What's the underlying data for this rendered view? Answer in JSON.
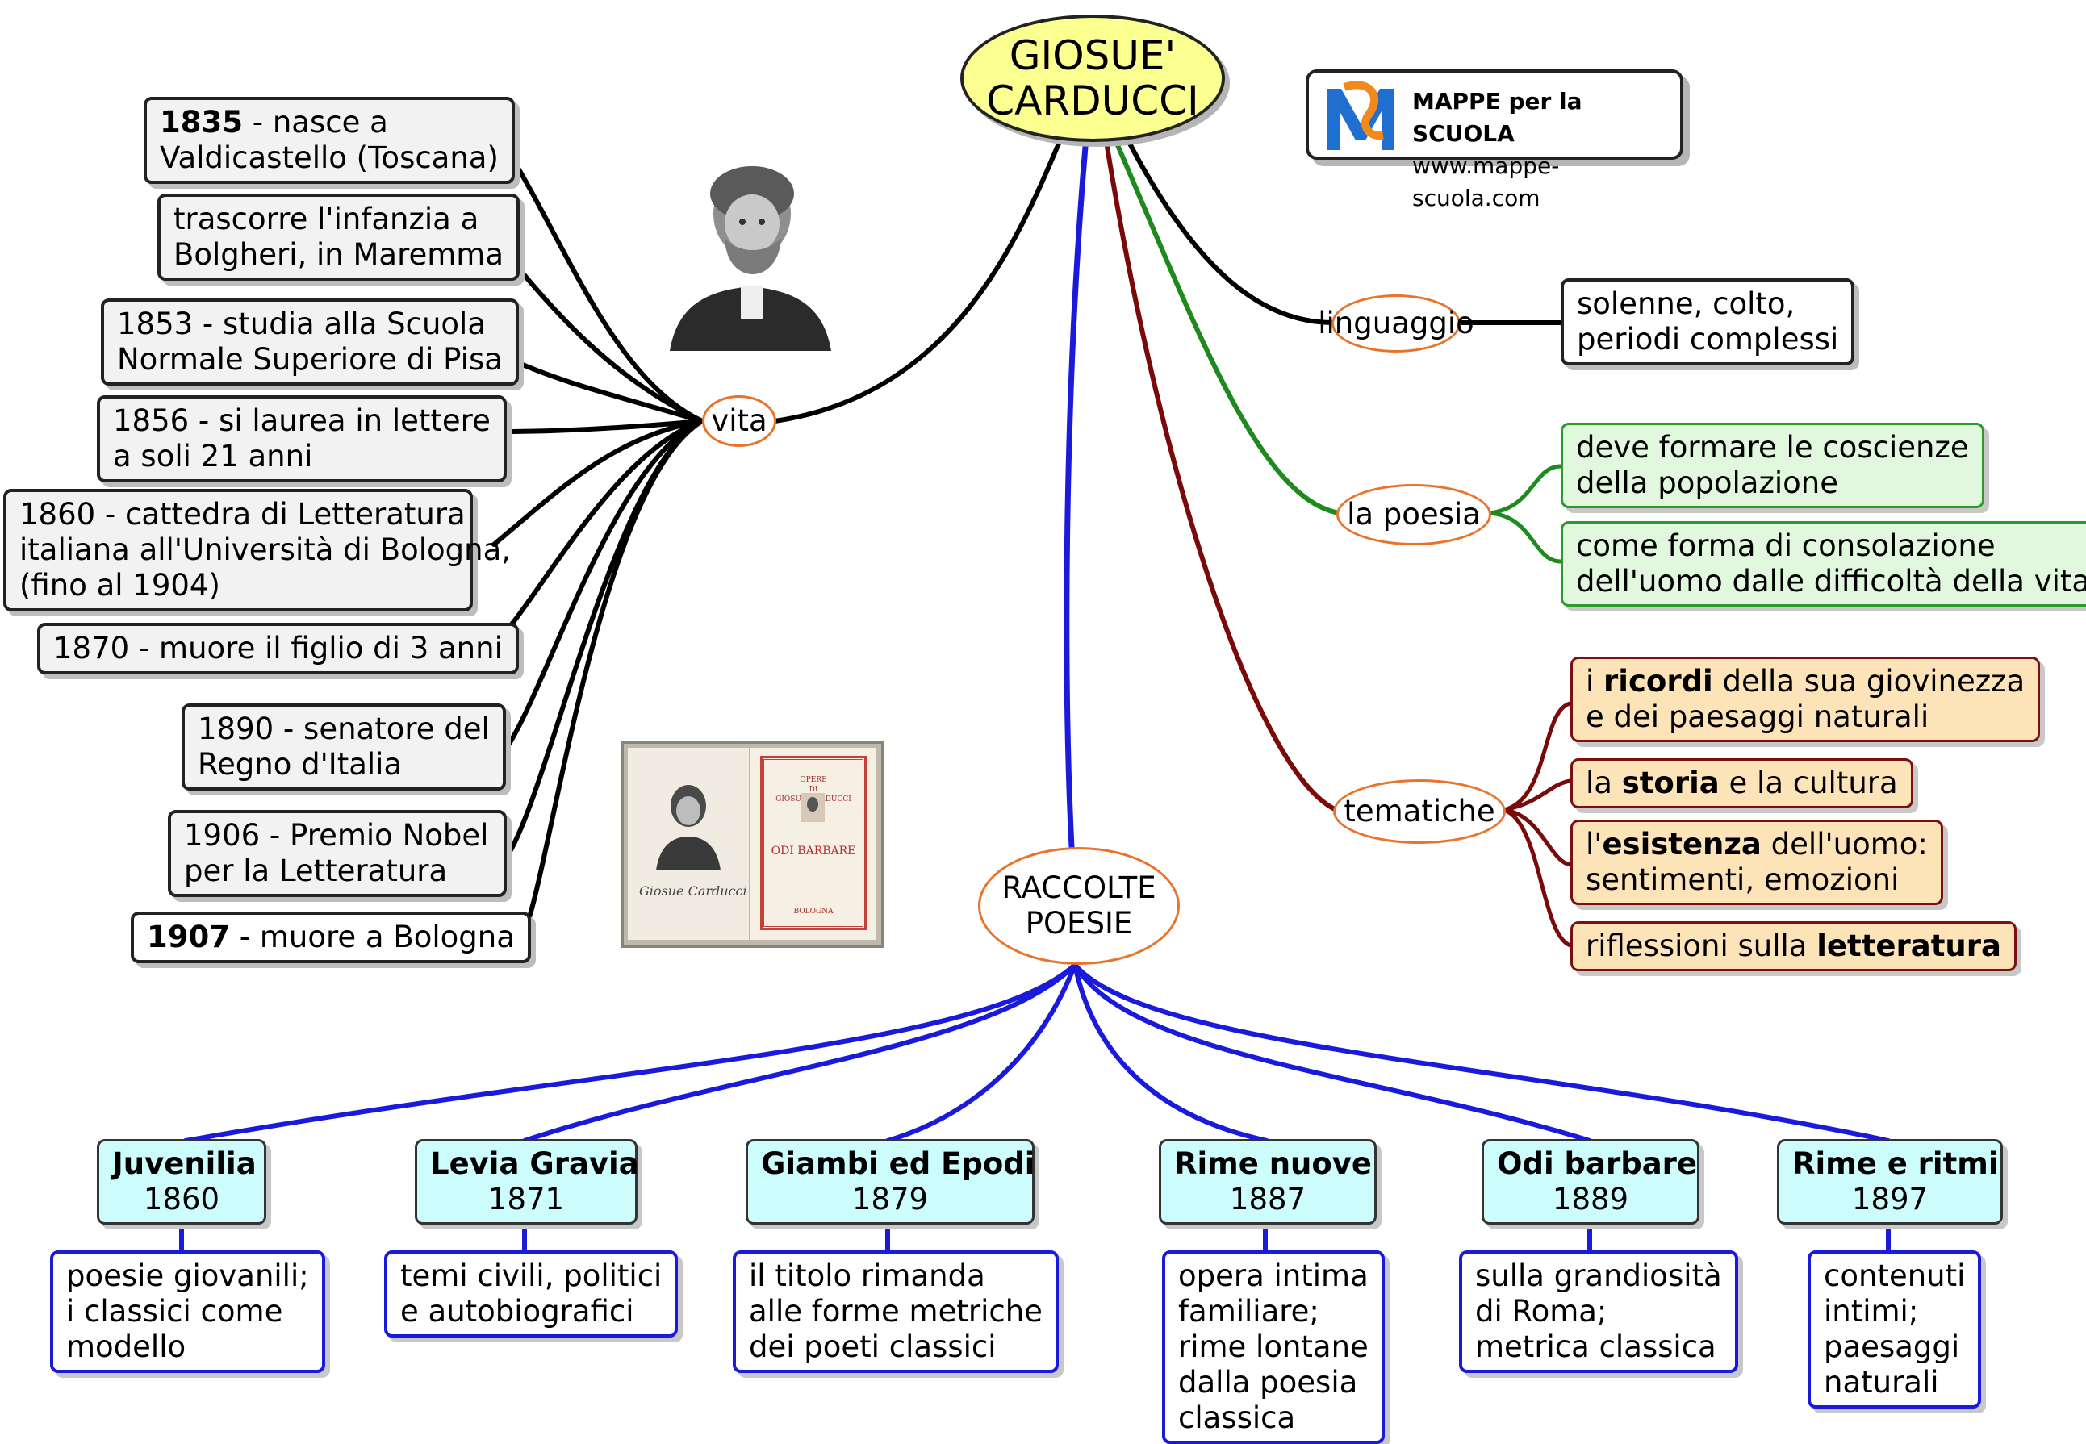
{
  "title": {
    "line1": "GIOSUE'",
    "line2": "CARDUCCI"
  },
  "logo": {
    "name": "MAPPE per la SCUOLA",
    "url": "www.mappe-scuola.com"
  },
  "branches": {
    "vita": "vita",
    "linguaggio": "linguaggio",
    "la_poesia": "la poesia",
    "tematiche": "tematiche",
    "raccolte": {
      "line1": "RACCOLTE",
      "line2": "POESIE"
    }
  },
  "vita_items": [
    {
      "bold": "1835",
      "rest1": " - nasce a",
      "line2": "Valdicastello (Toscana)"
    },
    {
      "line1": "trascorre l'infanzia a",
      "line2": "Bolgheri, in Maremma"
    },
    {
      "line1": "1853 - studia alla Scuola",
      "line2": "Normale Superiore di Pisa"
    },
    {
      "line1": "1856 - si laurea in lettere",
      "line2": "a soli 21 anni"
    },
    {
      "line1": "1860 - cattedra di Letteratura",
      "line2": "italiana all'Università di Bologna,",
      "line3": "(fino al 1904)"
    },
    {
      "line1": "1870 - muore il figlio di 3 anni"
    },
    {
      "line1": "1890 - senatore del",
      "line2": "Regno d'Italia"
    },
    {
      "line1": "1906 - Premio Nobel",
      "line2": "per la Letteratura"
    },
    {
      "bold": "1907",
      "rest1": " - muore a Bologna"
    }
  ],
  "linguaggio_desc": {
    "line1": "solenne, colto,",
    "line2": "periodi complessi"
  },
  "poesia_items": [
    {
      "line1": "deve formare le coscienze",
      "line2": "della popolazione"
    },
    {
      "line1": "come forma di consolazione",
      "line2": "dell'uomo dalle difficoltà della vita"
    }
  ],
  "tematiche_items": [
    {
      "pre": "i ",
      "bold": "ricordi",
      "post": " della sua giovinezza",
      "line2": "e dei paesaggi naturali"
    },
    {
      "pre": "la ",
      "bold": "storia",
      "post": " e la cultura"
    },
    {
      "pre": "l'",
      "bold": "esistenza",
      "post": " dell'uomo:",
      "line2": "sentimenti, emozioni"
    },
    {
      "pre": "riflessioni sulla ",
      "bold": "letteratura",
      "post": ""
    }
  ],
  "raccolte": [
    {
      "title": "Juvenilia",
      "year": "1860",
      "desc": [
        "poesie giovanili;",
        "i classici come",
        "modello"
      ]
    },
    {
      "title": "Levia Gravia",
      "year": "1871",
      "desc": [
        "temi civili, politici",
        "e autobiografici"
      ]
    },
    {
      "title": "Giambi ed Epodi",
      "year": "1879",
      "desc": [
        "il titolo rimanda",
        "alle forme metriche",
        "dei poeti classici"
      ]
    },
    {
      "title": "Rime nuove",
      "year": "1887",
      "desc": [
        "opera intima",
        "familiare;",
        "rime lontane",
        "dalla poesia",
        "classica"
      ]
    },
    {
      "title": "Odi barbare",
      "year": "1889",
      "desc": [
        "sulla grandiosità",
        "di Roma;",
        "metrica classica"
      ]
    },
    {
      "title": "Rime e ritmi",
      "year": "1897",
      "desc": [
        "contenuti",
        "intimi;",
        "paesaggi",
        "naturali"
      ]
    }
  ],
  "book": {
    "line1": "OPERE",
    "line2": "DI",
    "line3": "GIOSUE CARDUCCI",
    "line4": "ODI BARBARE",
    "line5": "BOLOGNA",
    "signature": "Giosue Carducci"
  },
  "colors": {
    "vita_line": "#000000",
    "poesia_line": "#1a1add",
    "green_line": "#1e8a1e",
    "red_line": "#7a0a0a",
    "oval_border": "#e8742c",
    "title_fill": "#fbff8f"
  }
}
